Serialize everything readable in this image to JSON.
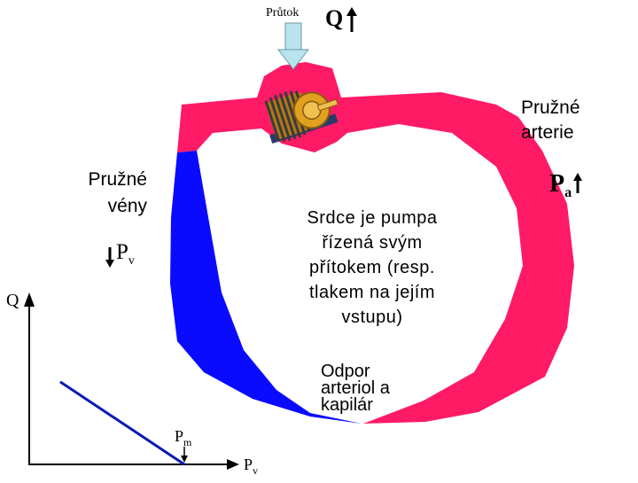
{
  "labels": {
    "prutok": "Průtok",
    "q_top": "Q",
    "arterie_line1": "Pružné",
    "arterie_line2": "arterie",
    "pa_main": "P",
    "pa_sub": "a",
    "veny_line1": "Pružné",
    "veny_line2": "vény",
    "pv_main": "P",
    "pv_sub": "v",
    "srdce_text": "Srdce je pumpa řízená svým přítokem (resp. tlakem na jejím vstupu)",
    "odpor_line1": "Odpor",
    "odpor_line2": "arteriol a",
    "odpor_line3": "kapilár",
    "axis_q": "Q",
    "pm_main": "P",
    "pm_sub": "m",
    "axis_pv_main": "P",
    "axis_pv_sub": "v"
  },
  "colors": {
    "arteries": "#ff1a66",
    "veins": "#0a0aff",
    "inflow_arrow": "#b8e4ee",
    "motor_gold": "#e0a020",
    "motor_dark": "#3a3a3a",
    "graph_line": "#0a1ab4"
  },
  "icons": [
    "motor-pump-icon",
    "inflow-arrow-icon",
    "up-arrow-icon",
    "down-arrow-icon"
  ],
  "chart_data": {
    "type": "line",
    "xlabel": "Pv",
    "ylabel": "Q",
    "annotation": "Pm",
    "series": [
      {
        "x": [
          0.2,
          1.0
        ],
        "y": [
          0.45,
          0.0
        ]
      }
    ]
  }
}
